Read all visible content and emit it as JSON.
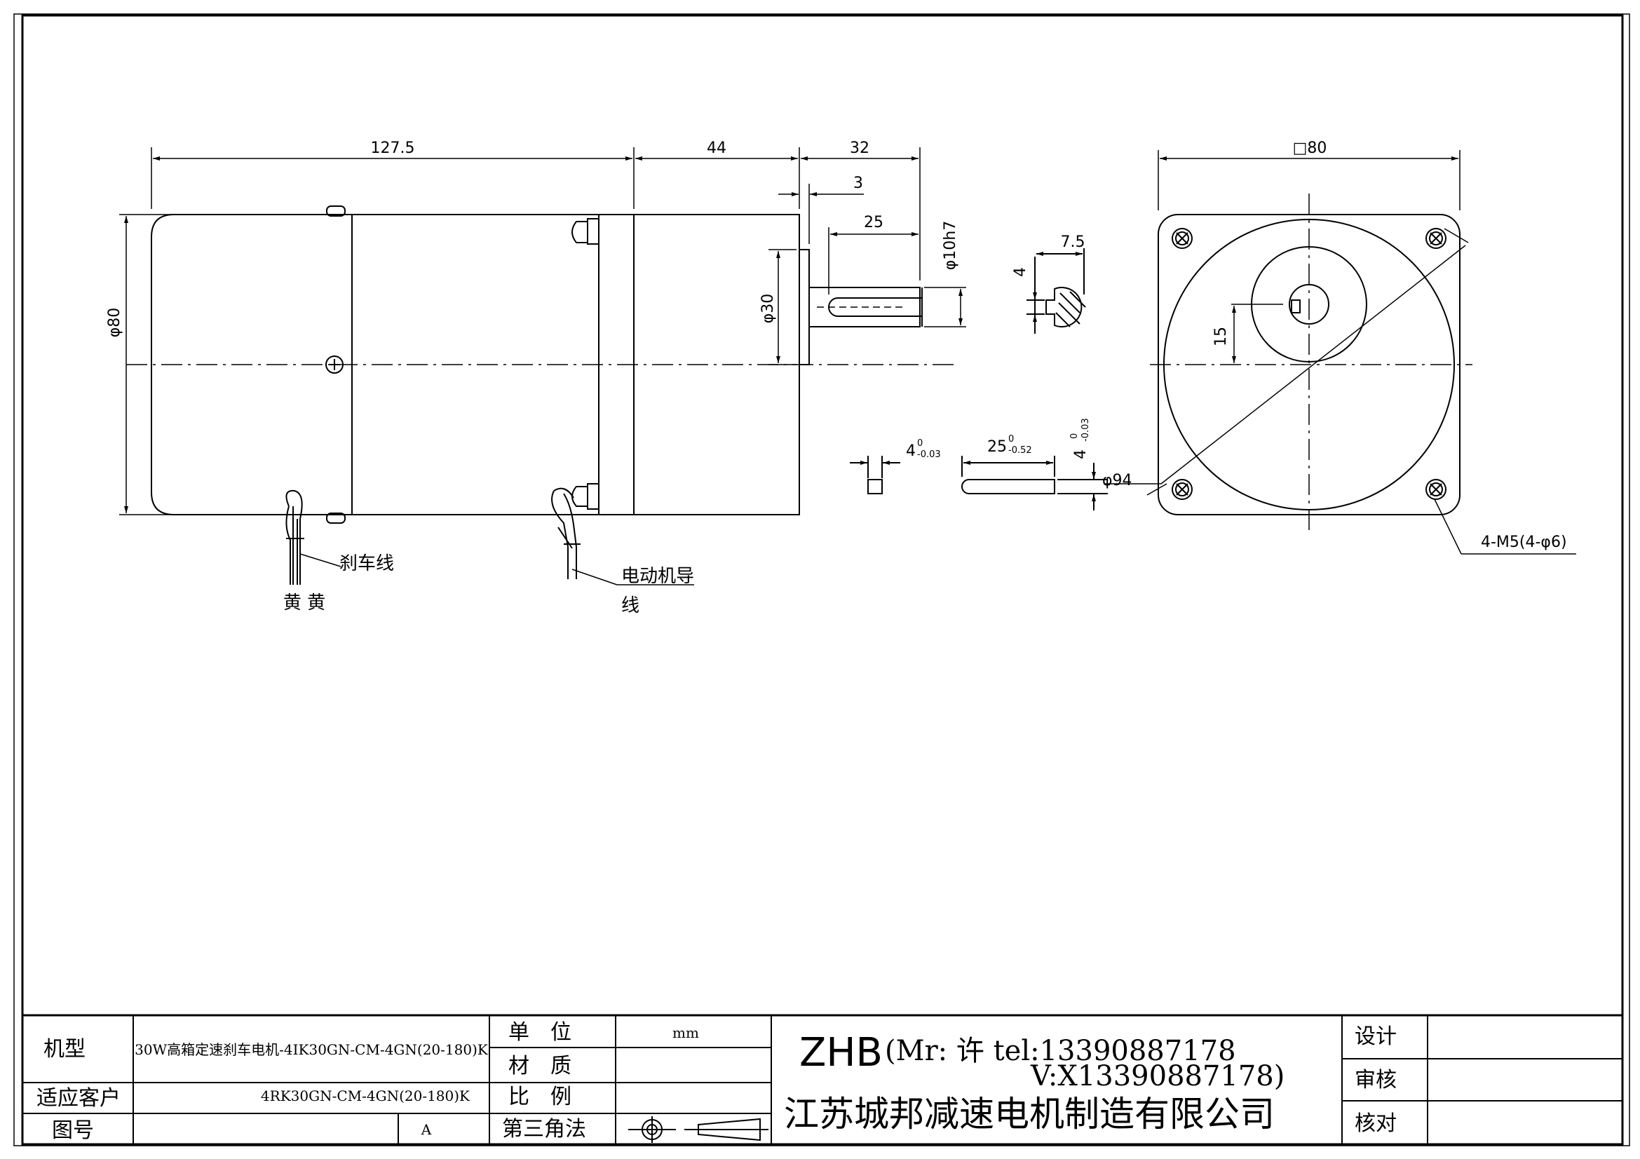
{
  "front_view": {
    "dim_body_length": "127.5",
    "dim_gearbox_length": "44",
    "dim_shaft_length": "32",
    "dim_shoulder": "3",
    "dim_key_length": "25",
    "dim_shaft_dia": "φ10h7",
    "dim_boss_dia": "φ30",
    "dim_body_dia": "φ80",
    "brake_wire_label": "刹车线",
    "brake_wire_colors": "黄 黄",
    "motor_wire_label_line1": "电动机导",
    "motor_wire_label_line2": "线"
  },
  "section_view": {
    "dim_flat_width": "7.5",
    "dim_key_depth": "4"
  },
  "key_detail": {
    "dim_key_width": "4",
    "dim_key_width_tol_upper": "0",
    "dim_key_width_tol_lower": "-0.03",
    "dim_key_len": "25",
    "dim_key_len_tol_upper": "0",
    "dim_key_len_tol_lower": "-0.52",
    "dim_key_height": "4",
    "dim_key_height_tol_upper": "0",
    "dim_key_height_tol_lower": "-0.03"
  },
  "side_view": {
    "dim_square": "□80",
    "dim_offset": "15",
    "dim_pcd": "φ94",
    "dim_holes": "4-M5(4-φ6)"
  },
  "title_block": {
    "model_label": "机型",
    "model_value": "30W高箱定速刹车电机-4IK30GN-CM-4GN(20-180)K",
    "customer_label": "适应客户",
    "customer_value": "4RK30GN-CM-4GN(20-180)K",
    "drawing_no_label": "图号",
    "drawing_no_value": "A",
    "unit_label": "单　位",
    "unit_value": "mm",
    "material_label": "材　质",
    "scale_label": "比　例",
    "projection_label": "第三角法",
    "brand": "ZHB",
    "contact_line1": "(Mr: 许 tel:13390887178",
    "contact_line2": "V:X13390887178)",
    "company": "江苏城邦减速电机制造有限公司",
    "design_label": "设计",
    "review_label": "审核",
    "check_label": "核对"
  }
}
